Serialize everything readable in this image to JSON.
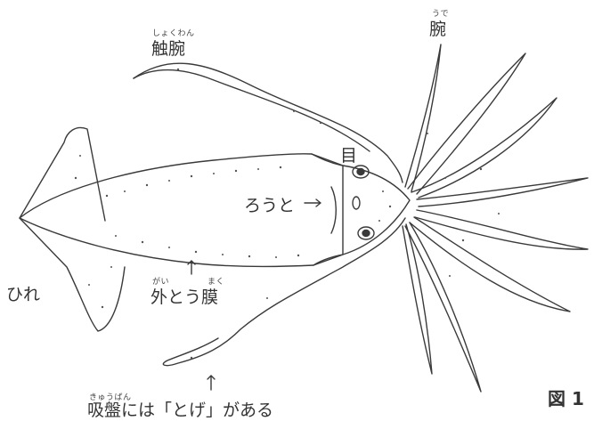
{
  "labels": {
    "tentacle": {
      "text": "触腕",
      "ruby": "しょくわん"
    },
    "arm": {
      "text": "腕",
      "ruby": "うで"
    },
    "eye": {
      "text": "目"
    },
    "funnel": {
      "text": "ろうと"
    },
    "fin": {
      "text": "ひれ"
    },
    "mantle": {
      "text": "外とう膜",
      "ruby_gai": "がい",
      "ruby_maku": "まく"
    },
    "sucker": {
      "text": "吸盤には「とげ」がある",
      "ruby": "きゅうばん"
    }
  },
  "figure_label": "図 1",
  "colors": {
    "line": "#3a3a3a",
    "dots": "#555555",
    "background": "#ffffff"
  }
}
